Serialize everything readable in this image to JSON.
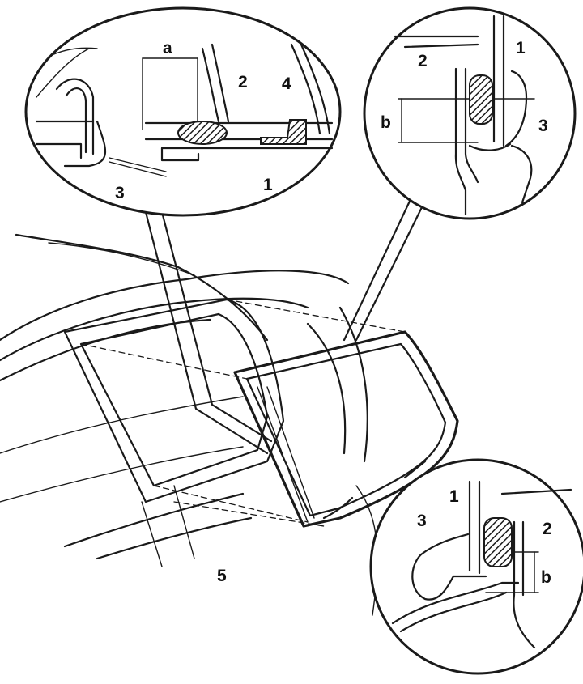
{
  "figure": {
    "callouts": {
      "top_left": {
        "labels": [
          "a",
          "2",
          "4",
          "3",
          "1"
        ]
      },
      "top_right": {
        "labels": [
          "1",
          "2",
          "b",
          "3"
        ]
      },
      "bottom_right": {
        "labels": [
          "1",
          "2",
          "3",
          "b"
        ]
      },
      "main": {
        "labels": [
          "5"
        ]
      }
    },
    "colors": {
      "ink": "#1a1a1a",
      "paper": "#ffffff"
    }
  }
}
